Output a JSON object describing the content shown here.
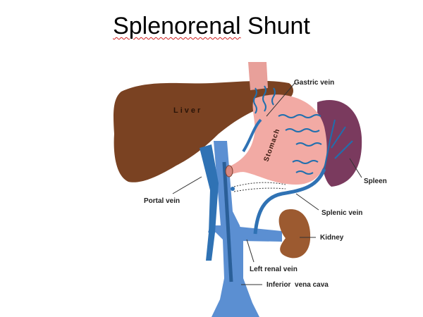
{
  "slide": {
    "title_word1": "Splenorenal",
    "title_word2": "Shunt"
  },
  "diagram": {
    "organs": {
      "liver": "Liver",
      "stomach": "Stomach"
    },
    "labels": {
      "gastric_vein": "Gastric vein",
      "spleen": "Spleen",
      "portal_vein": "Portal vein",
      "splenic_vein": "Splenic vein",
      "kidney": "Kidney",
      "left_renal_vein": "Left renal vein",
      "inferior_vena_cava": "Inferior  vena cava"
    },
    "colors": {
      "liver": "#7a4020",
      "stomach": "#f2aaa4",
      "spleen": "#7a3a5e",
      "ivc": "#5b8fd2",
      "portal": "#2f72b4",
      "kidney": "#9c5a30"
    }
  }
}
